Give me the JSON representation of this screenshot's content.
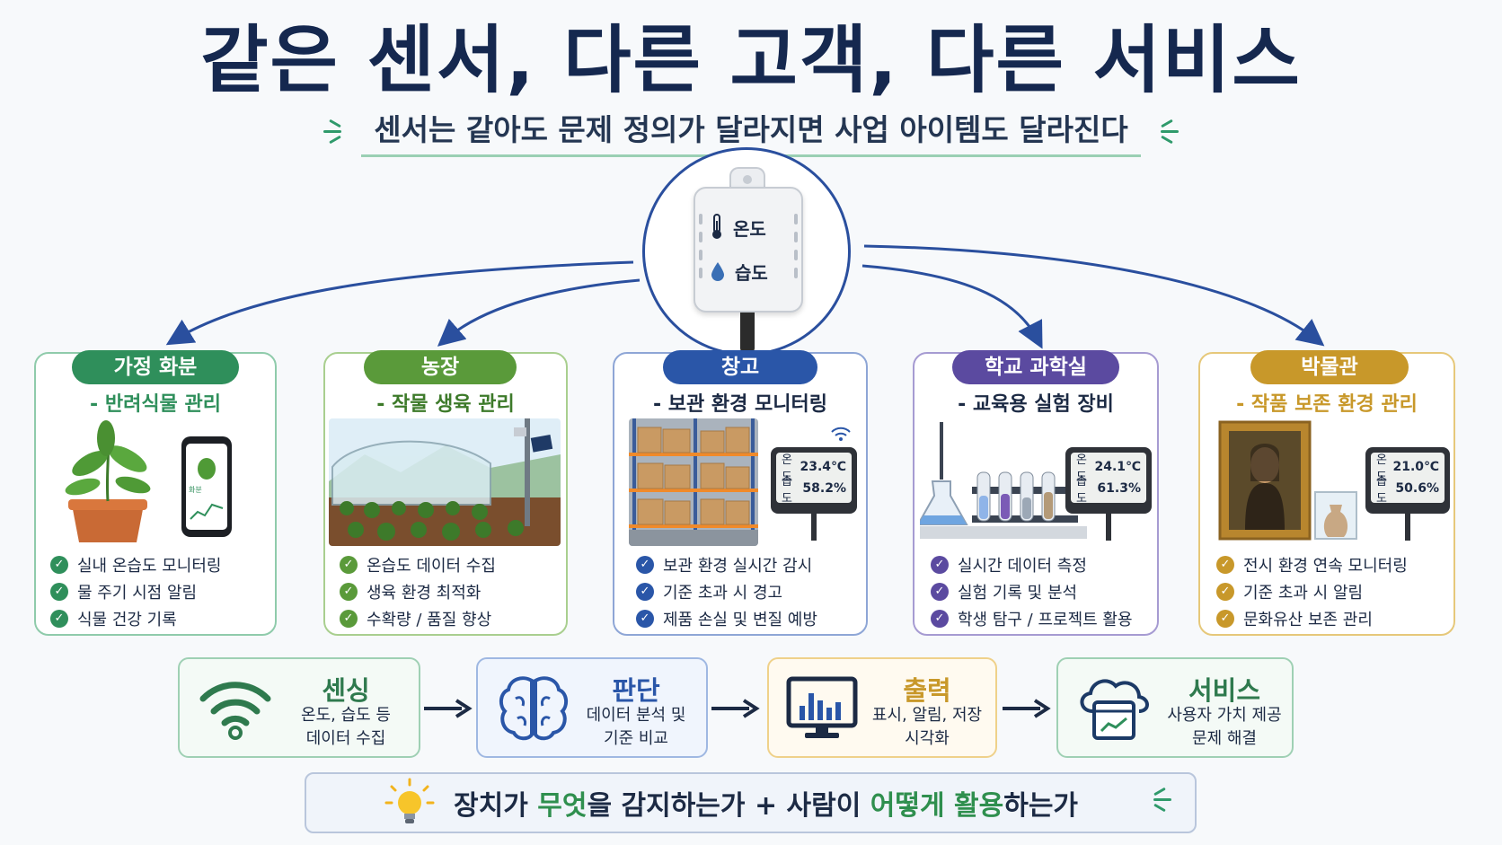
{
  "title": "같은 센서, 다른 고객, 다른 서비스",
  "subtitle": "센서는 같아도 문제 정의가 달라지면 사업 아이템도 달라진다",
  "sensor": {
    "temp_label": "온도",
    "humid_label": "습도"
  },
  "colors": {
    "home": "#2f8f5b",
    "farm": "#5a9a3a",
    "warehouse": "#2a56a8",
    "school": "#5b4aa0",
    "museum": "#c8982a",
    "arrow": "#2a4f9e"
  },
  "cards": [
    {
      "name": "가정 화분",
      "subtitle": "- 반려식물 관리",
      "items": [
        "실내 온습도 모니터링",
        "물 주기 시점 알림",
        "식물 건강 기록"
      ]
    },
    {
      "name": "농장",
      "subtitle": "- 작물 생육 관리",
      "items": [
        "온습도 데이터 수집",
        "생육 환경 최적화",
        "수확량 / 품질 향상"
      ]
    },
    {
      "name": "창고",
      "subtitle": "- 보관 환경 모니터링",
      "items": [
        "보관 환경 실시간 감시",
        "기준 초과 시 경고",
        "제품 손실 및 변질 예방"
      ],
      "meter": {
        "temp_label": "온도",
        "temp": "23.4℃",
        "humid_label": "습도",
        "humid": "58.2%"
      }
    },
    {
      "name": "학교 과학실",
      "subtitle": "- 교육용 실험 장비",
      "items": [
        "실시간 데이터 측정",
        "실험 기록 및 분석",
        "학생 탐구 / 프로젝트 활용"
      ],
      "meter": {
        "temp_label": "온도",
        "temp": "24.1℃",
        "humid_label": "습도",
        "humid": "61.3%"
      }
    },
    {
      "name": "박물관",
      "subtitle": "- 작품 보존 환경 관리",
      "items": [
        "전시 환경 연속 모니터링",
        "기준 초과 시 알림",
        "문화유산 보존 관리"
      ],
      "meter": {
        "temp_label": "온도",
        "temp": "21.0℃",
        "humid_label": "습도",
        "humid": "50.6%"
      }
    }
  ],
  "flow": [
    {
      "title": "센싱",
      "desc1": "온도, 습도 등",
      "desc2": "데이터 수집",
      "icon": "wifi-icon"
    },
    {
      "title": "판단",
      "desc1": "데이터 분석 및",
      "desc2": "기준 비교",
      "icon": "brain-icon"
    },
    {
      "title": "출력",
      "desc1": "표시, 알림, 저장",
      "desc2": "시각화",
      "icon": "monitor-chart-icon"
    },
    {
      "title": "서비스",
      "desc1": "사용자 가치 제공",
      "desc2": "문제 해결",
      "icon": "cloud-service-icon"
    }
  ],
  "bottom": {
    "part1": "장치가 ",
    "hl1": "무엇",
    "part2": "을 감지하는가  +  사람이 ",
    "hl2": "어떻게 활용",
    "part3": "하는가"
  },
  "phone_label": "화분"
}
